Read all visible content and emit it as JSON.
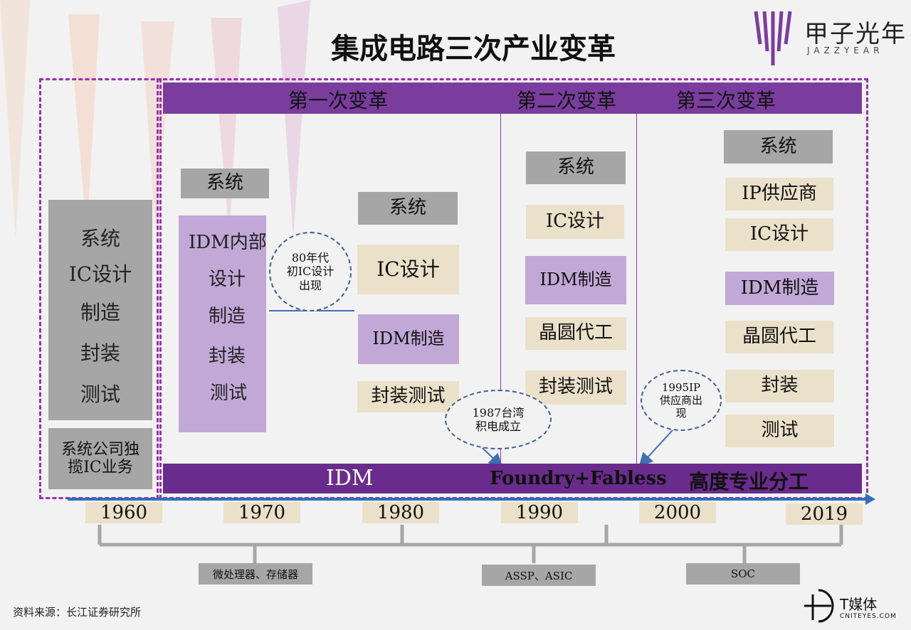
{
  "title": "集成电路三次产业变革",
  "logo": {
    "name": "甲子光年",
    "sub": "JAZZYEAR"
  },
  "eras": [
    "第一次变革",
    "第二次变革",
    "第三次变革"
  ],
  "left_column": {
    "items": [
      "系统",
      "IC设计",
      "制造",
      "封装",
      "测试"
    ],
    "note": "系统公司独揽IC业务"
  },
  "first_era": {
    "system": "系统",
    "idm": [
      "IDM内部",
      "设计",
      "制造",
      "封装",
      "测试"
    ],
    "bubble": "80年代初IC设计出现",
    "right_stack": [
      "系统",
      "IC设计",
      "IDM制造",
      "封装测试"
    ]
  },
  "second_era": {
    "stack": [
      "系统",
      "IC设计",
      "IDM制造",
      "晶圆代工",
      "封装测试"
    ],
    "bubble": "1987台湾积电成立"
  },
  "third_era": {
    "stack": [
      "系统",
      "IP供应商",
      "IC设计",
      "IDM制造",
      "晶圆代工",
      "封装",
      "测试"
    ],
    "bubble": "1995IP供应商出现"
  },
  "bottom_band": [
    "IDM",
    "Foundry+Fabless",
    "高度专业分工"
  ],
  "years": [
    "1960",
    "1970",
    "1980",
    "1990",
    "2000",
    "2019"
  ],
  "tags": [
    "微处理器、存储器",
    "ASSP、ASIC",
    "SOC"
  ],
  "source": "资料来源：长江证券研究所",
  "watermark": {
    "name": "T媒体",
    "sub": "CNITEYES.COM"
  },
  "colors": {
    "purple_band": "#7a3d9e",
    "dark_band": "#6a2c8c",
    "beige": "#ebe0c9",
    "gray": "#a6a6a6",
    "lavender": "#c2a8d6",
    "axis": "#2e6fb7"
  }
}
